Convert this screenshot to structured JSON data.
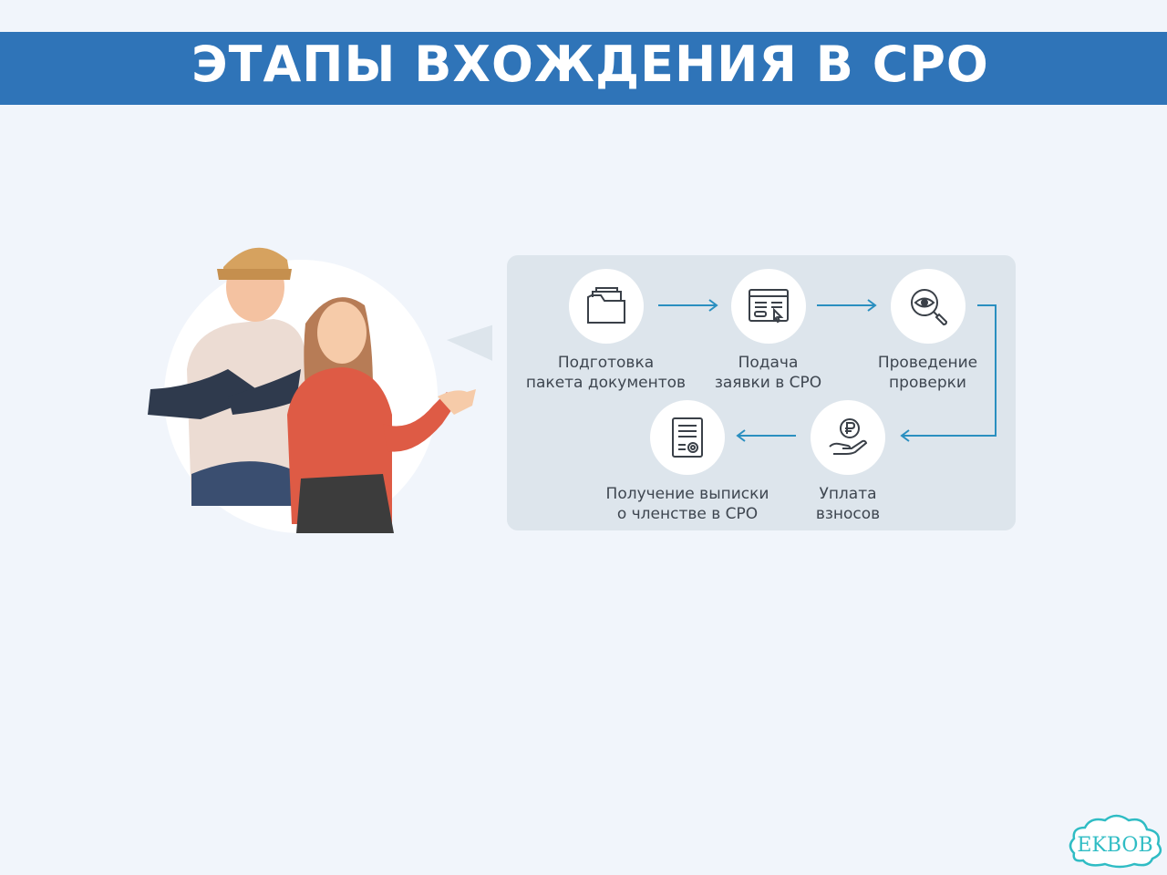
{
  "header": {
    "title": "ЭТАПЫ ВХОЖДЕНИЯ В СРО"
  },
  "steps": [
    {
      "icon": "folder-icon",
      "line1": "Подготовка",
      "line2": "пакета документов"
    },
    {
      "icon": "application-form-icon",
      "line1": "Подача",
      "line2": "заявки в СРО"
    },
    {
      "icon": "magnifier-eye-icon",
      "line1": "Проведение",
      "line2": "проверки"
    },
    {
      "icon": "ruble-coin-hand-icon",
      "line1": "Уплата",
      "line2": "взносов"
    },
    {
      "icon": "certificate-document-icon",
      "line1": "Получение выписки",
      "line2": "о членстве в СРО"
    }
  ],
  "watermark": {
    "text": "EKBOB"
  },
  "colors": {
    "banner": "#2f74b8",
    "background": "#f1f5fb",
    "panel": "#dde5ec",
    "arrow": "#2a8fc0",
    "icon_stroke": "#3a4048"
  }
}
